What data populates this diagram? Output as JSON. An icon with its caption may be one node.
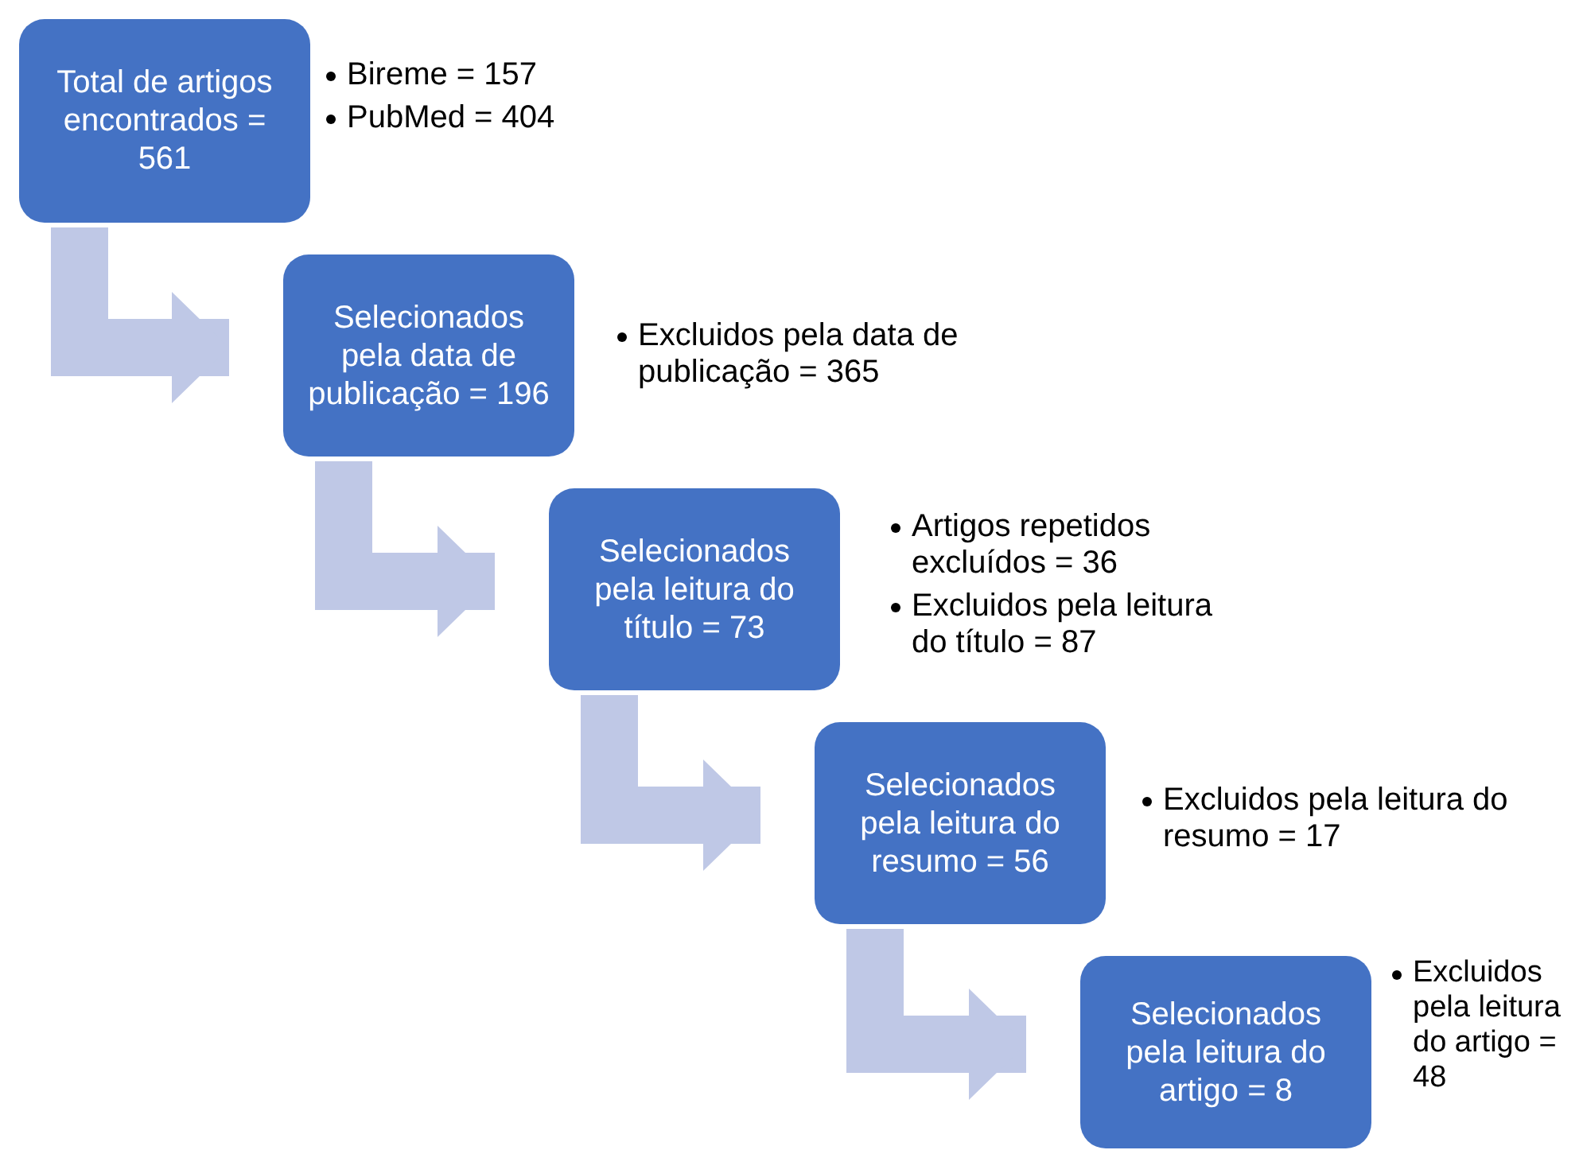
{
  "diagram": {
    "nodes": [
      {
        "text": [
          "Total de artigos encontrados = 561"
        ],
        "beside": [
          "Bireme = 157",
          "PubMed = 404"
        ]
      },
      {
        "text": [
          "Selecionados pela data de publicação = 196"
        ],
        "beside": [
          "Excluidos pela data de publicação = 365"
        ]
      },
      {
        "text": [
          "Selecionados pela leitura do título = 73"
        ],
        "beside": [
          "Artigos repetidos excluídos = 36",
          "Excluidos pela leitura do título = 87"
        ]
      },
      {
        "text": [
          "Selecionados pela leitura do resumo = 56"
        ],
        "beside": [
          "Excluidos pela leitura do resumo = 17"
        ]
      },
      {
        "text": [
          "Selecionados pela leitura do artigo = 8"
        ],
        "beside": [
          "Excluidos pela leitura do artigo = 48"
        ]
      }
    ],
    "edges": [
      {
        "from": 0,
        "to": 1,
        "arrow": "to"
      },
      {
        "from": 1,
        "to": 2,
        "arrow": "to"
      },
      {
        "from": 2,
        "to": 3,
        "arrow": "to"
      },
      {
        "from": 3,
        "to": 4,
        "arrow": "to"
      }
    ]
  }
}
